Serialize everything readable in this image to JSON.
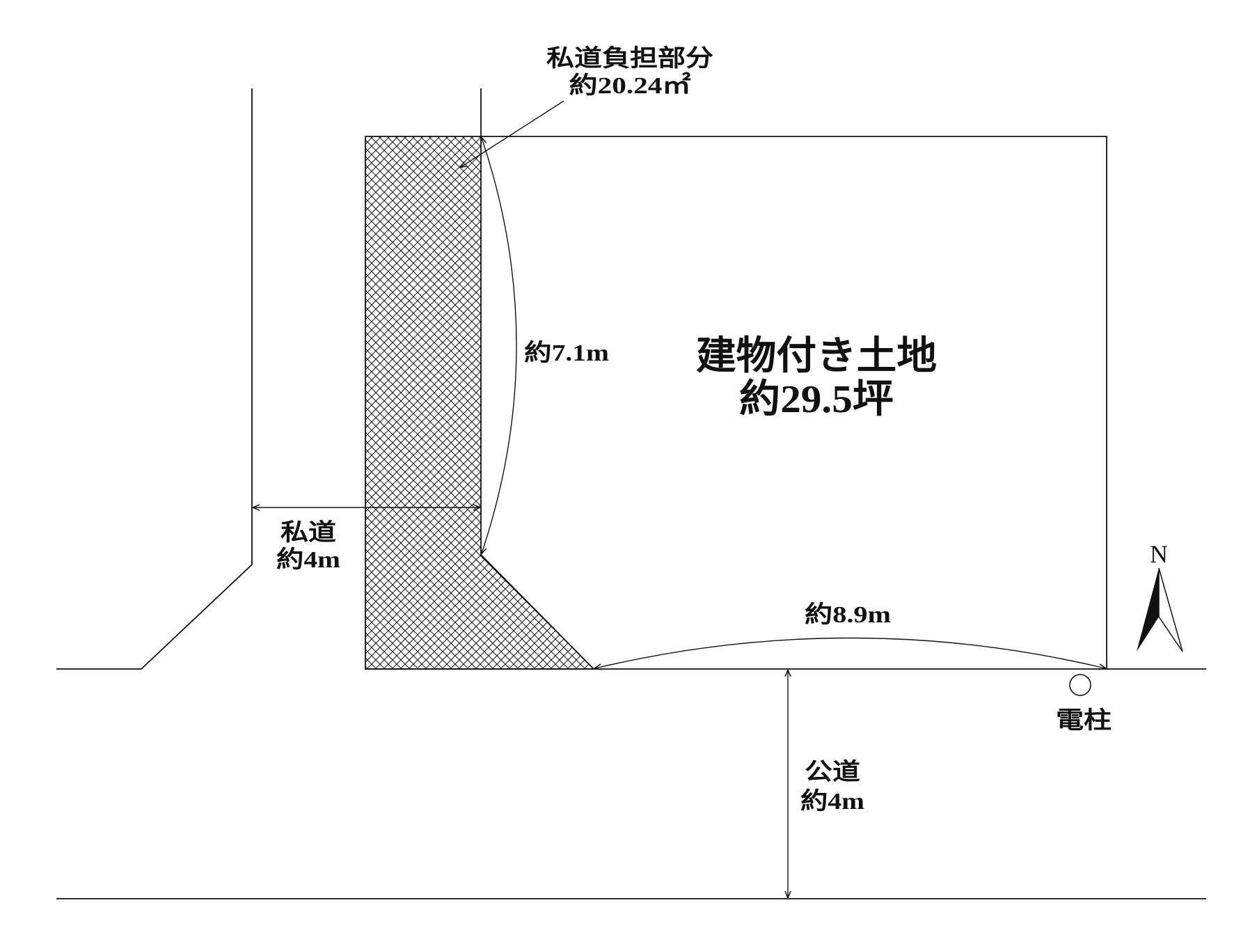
{
  "labels": {
    "private_road_share_title": "私道負担部分",
    "private_road_share_area": "約20.24㎡",
    "west_side_length": "約7.1m",
    "lot_title": "建物付き土地",
    "lot_area": "約29.5坪",
    "private_road_title": "私道",
    "private_road_width": "約4m",
    "frontage_length": "約8.9m",
    "utility_pole": "電柱",
    "public_road_title": "公道",
    "public_road_width": "約4m",
    "north": "N"
  },
  "colors": {
    "line": "#111111",
    "hatch": "#111111",
    "background": "#ffffff"
  }
}
